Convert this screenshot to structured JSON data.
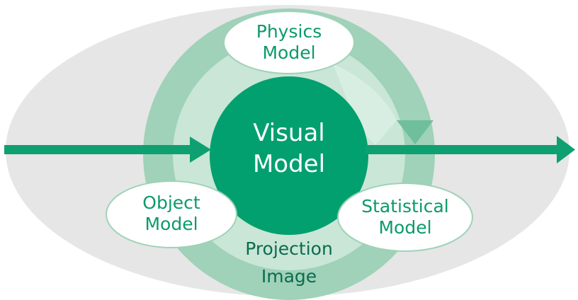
{
  "colors": {
    "background_ellipse": "#e6e6e6",
    "outer_ring": "#9fd2b8",
    "inner_ring": "#c9e6d6",
    "core": "#02a06e",
    "arrow": "#0ea070",
    "node_fill": "#ffffff",
    "node_text": "#0b9a6b",
    "core_text": "#ffffff",
    "projection_text": "#0b6b50"
  },
  "nodes": {
    "physics_model": {
      "line1": "Physics",
      "line2": "Model"
    },
    "visual_model": {
      "line1": "Visual",
      "line2": "Model"
    },
    "object_model": {
      "line1": "Object",
      "line2": "Model"
    },
    "statistical_model": {
      "line1": "Statistical",
      "line2": "Model"
    }
  },
  "projection": {
    "line1": "Projection",
    "line2": "Image"
  }
}
